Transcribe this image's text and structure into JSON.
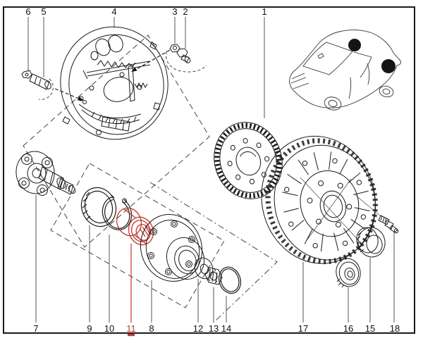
{
  "diagram": {
    "type": "exploded-parts-diagram",
    "subject": "Rear wheel hub, bearing and brake drum assembly",
    "highlighted_part": "11",
    "colors": {
      "line": "#1a1a1a",
      "leader": "#555555",
      "highlight": "#c0392b",
      "background": "#ffffff",
      "vehicle_marker": "#151515"
    },
    "callouts": {
      "top": [
        "6",
        "5",
        "4",
        "3",
        "2",
        "1"
      ],
      "bottom": [
        "7",
        "9",
        "10",
        "11",
        "8",
        "12",
        "13",
        "14",
        "17",
        "16",
        "15",
        "18"
      ]
    }
  }
}
